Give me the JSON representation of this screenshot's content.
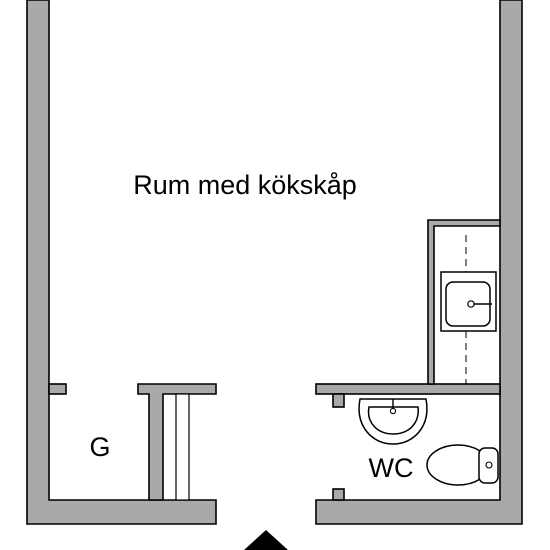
{
  "rooms": {
    "main": "Rum med kökskåp",
    "closet": "G",
    "toilet": "WC"
  },
  "colors": {
    "wall_fill": "#a9a9a9",
    "line": "#000000",
    "background": "#ffffff"
  },
  "icons": {
    "entrance": "entrance-arrow-icon",
    "sink": "sink-icon",
    "basin": "wash-basin-icon",
    "toilet": "toilet-icon"
  }
}
